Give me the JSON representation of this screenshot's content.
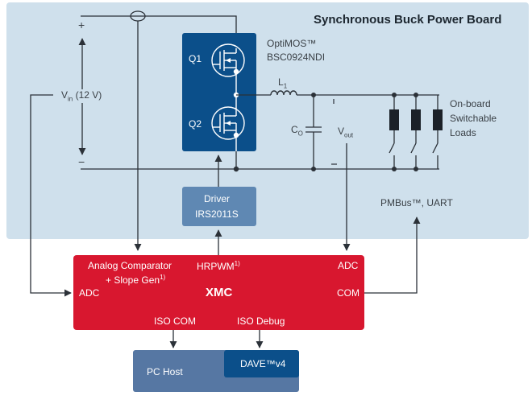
{
  "board": {
    "title": "Synchronous Buck Power Board",
    "vin_label": "V",
    "vin_sub": "in",
    "vin_value": "(12 V)",
    "plus": "+",
    "minus": "−"
  },
  "mosfet": {
    "q1": "Q1",
    "q2": "Q2",
    "part_line1": "OptiMOS™",
    "part_line2": "BSC0924NDI"
  },
  "inductor": {
    "label": "L",
    "sub": "1"
  },
  "capacitor": {
    "label": "C",
    "sub": "O"
  },
  "vout": {
    "label": "V",
    "sub": "out"
  },
  "loads": {
    "line1": "On-board",
    "line2": "Switchable",
    "line3": "Loads"
  },
  "driver": {
    "line1": "Driver",
    "line2": "IRS2011S"
  },
  "pmbus_label": "PMBus™, UART",
  "xmc": {
    "name": "XMC",
    "analog_line1": "Analog Comparator",
    "analog_line2": "+ Slope Gen",
    "analog_sup": "1)",
    "hrpwm": "HRPWM",
    "hrpwm_sup": "1)",
    "adc_left": "ADC",
    "adc_right": "ADC",
    "com": "COM",
    "iso_com": "ISO COM",
    "iso_debug": "ISO Debug"
  },
  "pc_host": {
    "label": "PC Host",
    "dave": "DAVE™v4"
  },
  "colors": {
    "board_bg": "#cfe0ec",
    "mosfet_box": "#0b4f8a",
    "driver_box": "#5f88b3",
    "xmc_box": "#d8172f",
    "pc_box": "#5677a3",
    "dave_box": "#0b4f8a",
    "wire": "#2b3138"
  }
}
